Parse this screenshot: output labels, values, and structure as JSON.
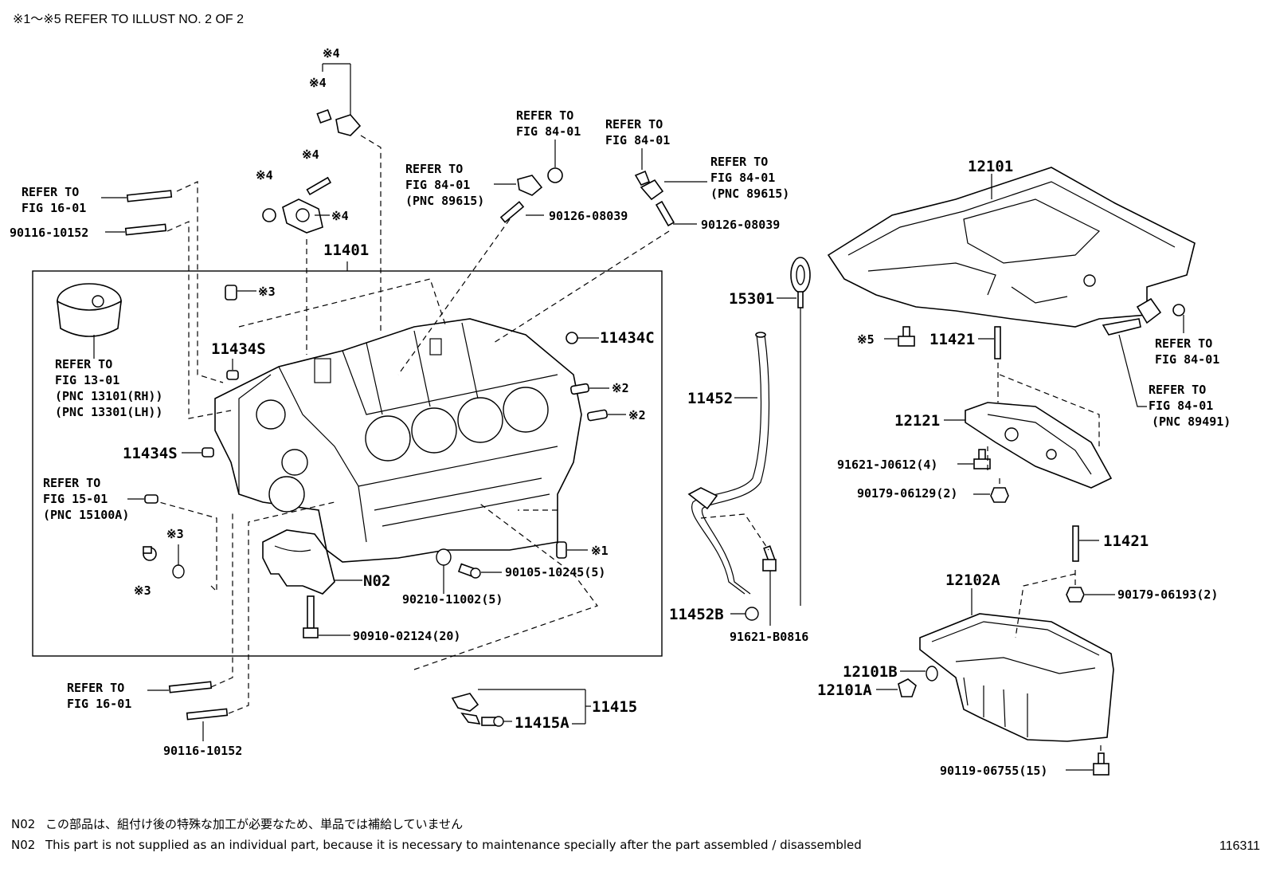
{
  "header": {
    "refer_note": "※1～※5  REFER TO  ILLUST NO.  2 OF 2"
  },
  "footer": {
    "note_code_jp": "N02",
    "note_jp": "この部品は、組付け後の特殊な加工が必要なため、単品では補給していません",
    "note_code_en": "N02",
    "note_en": "This part is not supplied as an individual part, because it is necessary to maintenance specially after the part assembled / disassembled",
    "illustration_id": "116311"
  },
  "labels": {
    "p11401": "11401",
    "p11434S_a": "11434S",
    "p11434S_b": "11434S",
    "p11434C": "11434C",
    "p11421_a": "11421",
    "p11421_b": "11421",
    "p11452": "11452",
    "p11452B": "11452B",
    "p11415": "11415",
    "p11415A": "11415A",
    "p12101": "12101",
    "p12121": "12121",
    "p12102A": "12102A",
    "p12101B": "12101B",
    "p12101A": "12101A",
    "p15301": "15301",
    "pN02": "N02",
    "p90116_a": "90116-10152",
    "p90116_b": "90116-10152",
    "p90126_a": "90126-08039",
    "p90126_b": "90126-08039",
    "p90105": "90105-10245(5)",
    "p90210": "90210-11002(5)",
    "p90910": "90910-02124(20)",
    "p91621B": "91621-B0816",
    "p91621J": "91621-J0612(4)",
    "p90179a": "90179-06129(2)",
    "p90179b": "90179-06193(2)",
    "p90119": "90119-06755(15)"
  },
  "refs": {
    "r1_l1": "REFER TO",
    "r1_l2": "FIG 16-01",
    "r2_l1": "REFER TO",
    "r2_l2": "FIG 13-01",
    "r2_l3": "(PNC 13101(RH))",
    "r2_l4": "(PNC 13301(LH))",
    "r3_l1": "REFER TO",
    "r3_l2": "FIG 15-01",
    "r3_l3": "(PNC 15100A)",
    "r4_l1": "REFER TO",
    "r4_l2": "FIG 16-01",
    "r5_l1": "REFER TO",
    "r5_l2": "FIG 84-01",
    "r5_l3": "(PNC 89615)",
    "r6_l1": "REFER TO",
    "r6_l2": "FIG 84-01",
    "r7_l1": "REFER TO",
    "r7_l2": "FIG 84-01",
    "r8_l1": "REFER TO",
    "r8_l2": "FIG 84-01",
    "r8_l3": "(PNC 89615)",
    "r9_l1": "REFER TO",
    "r9_l2": "FIG 84-01",
    "r10_l1": "REFER TO",
    "r10_l2": "FIG 84-01",
    "r10_l3": "(PNC 89491)"
  },
  "marks": {
    "m4_top": "※4",
    "m4_b": "※4",
    "m4_c": "※4",
    "m4_d": "※4",
    "m4_e": "※4",
    "m3_a": "※3",
    "m3_b": "※3",
    "m3_c": "※3",
    "m2_a": "※2",
    "m2_b": "※2",
    "m1": "※1",
    "m5": "※5"
  }
}
